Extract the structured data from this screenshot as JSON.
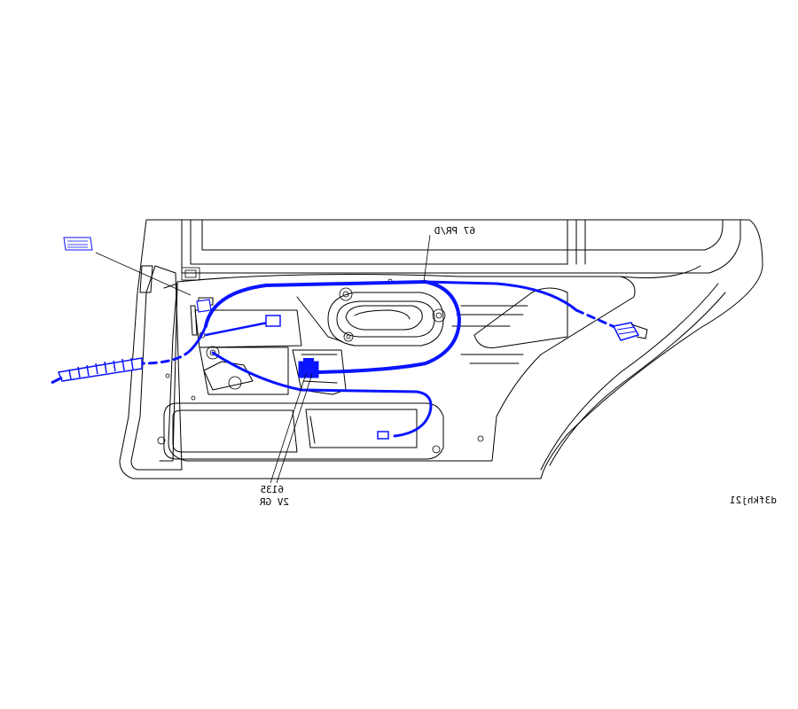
{
  "diagram": {
    "wire_label_top": "67 PR/D",
    "wire_label_bottom_line1": "6135",
    "wire_label_bottom_line2": "2V GR",
    "figure_code": "d3fkhj21",
    "colors": {
      "harness": "#0a14ff",
      "line": "#000000",
      "background": "#ffffff"
    }
  }
}
